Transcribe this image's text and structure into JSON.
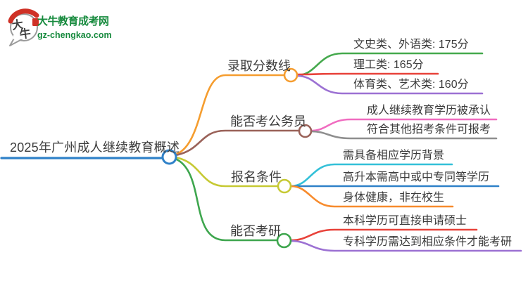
{
  "logo": {
    "bubble_text_top": "大",
    "bubble_text_bottom": "牛",
    "site_name": "大牛教育成考网",
    "site_url": "gz-chengkao.com",
    "brand_green": "#168a3d",
    "brand_red": "#cf3126",
    "bubble_outline": "#9b9b9b",
    "bubble_ink": "#3f3f3f"
  },
  "mindmap": {
    "root": {
      "label": "2025年广州成人继续教育概述",
      "color": "#2f81c8"
    },
    "branches": [
      {
        "label": "录取分数线",
        "color": "#f59d2f",
        "children": [
          {
            "label": "文史类、外语类: 175分",
            "color": "#45a94d"
          },
          {
            "label": "理工类: 165分",
            "color": "#e8423a"
          },
          {
            "label": "体育类、艺术类: 160分",
            "color": "#9c71d3"
          }
        ]
      },
      {
        "label": "能否考公务员",
        "color": "#9a6259",
        "children": [
          {
            "label": "成人继续教育学历被承认",
            "color": "#f06cc0"
          },
          {
            "label": "符合其他招考条件可报考",
            "color": "#8e8e8e"
          }
        ]
      },
      {
        "label": "报名条件",
        "color": "#c6c933",
        "children": [
          {
            "label": "需具备相应学历背景",
            "color": "#33c0d8"
          },
          {
            "label": "高升本需高中或中专同等学历",
            "color": "#2f81c8"
          },
          {
            "label": "身体健康，非在校生",
            "color": "#f78b2d"
          }
        ]
      },
      {
        "label": "能否考研",
        "color": "#3ea64e",
        "children": [
          {
            "label": "本科学历可直接申请硕士",
            "color": "#e8423a"
          },
          {
            "label": "专科学历需达到相应条件才能考研",
            "color": "#9c71d3"
          }
        ]
      }
    ]
  }
}
